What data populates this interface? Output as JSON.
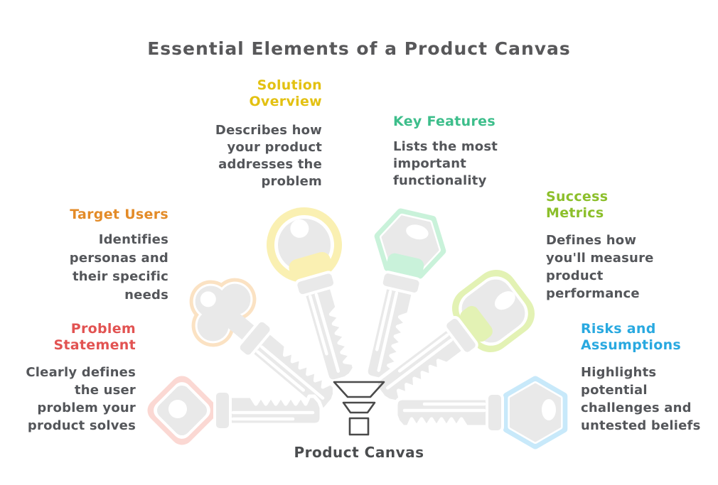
{
  "title": {
    "text": "Essential Elements of a Product Canvas",
    "color": "#58585a"
  },
  "colors": {
    "body_text": "#54565a",
    "key_body": "#e9e9e9",
    "key_outline": "#ffffff",
    "funnel": "#4a4a4a"
  },
  "center": {
    "label": "Product Canvas",
    "label_color": "#4b4d4f",
    "icon": "funnel-icon"
  },
  "elements": [
    {
      "id": "solution-overview",
      "label": "Solution\nOverview",
      "description": "Describes how\nyour product\naddresses the\nproblem",
      "label_color": "#e3c112",
      "key_ring_color": "#faf0b2",
      "key_head_shape": "circle",
      "align": "right",
      "icon": "key-icon"
    },
    {
      "id": "key-features",
      "label": "Key Features",
      "description": "Lists the most\nimportant\nfunctionality",
      "label_color": "#3dbe8b",
      "key_ring_color": "#c9f2da",
      "key_head_shape": "hexagon",
      "align": "left",
      "icon": "key-icon"
    },
    {
      "id": "target-users",
      "label": "Target Users",
      "description": "Identifies\npersonas and\ntheir specific\nneeds",
      "label_color": "#e38b28",
      "key_ring_color": "#fbe2c3",
      "key_head_shape": "clover",
      "align": "right",
      "icon": "key-icon"
    },
    {
      "id": "problem-statement",
      "label": "Problem\nStatement",
      "description": "Clearly defines\nthe user\nproblem your\nproduct solves",
      "label_color": "#e25352",
      "key_ring_color": "#fbd8d3",
      "key_head_shape": "diamond",
      "align": "right",
      "icon": "key-icon"
    },
    {
      "id": "success-metrics",
      "label": "Success\nMetrics",
      "description": "Defines how\nyou'll measure\nproduct\nperformance",
      "label_color": "#8cbf2b",
      "key_ring_color": "#e3f2b4",
      "key_head_shape": "rounded-square",
      "align": "left",
      "icon": "key-icon"
    },
    {
      "id": "risks-assumptions",
      "label": "Risks and\nAssumptions",
      "description": "Highlights\npotential\nchallenges and\nuntested beliefs",
      "label_color": "#29a9e0",
      "key_ring_color": "#c8e9fa",
      "key_head_shape": "hexagon",
      "align": "left",
      "icon": "key-icon"
    }
  ]
}
